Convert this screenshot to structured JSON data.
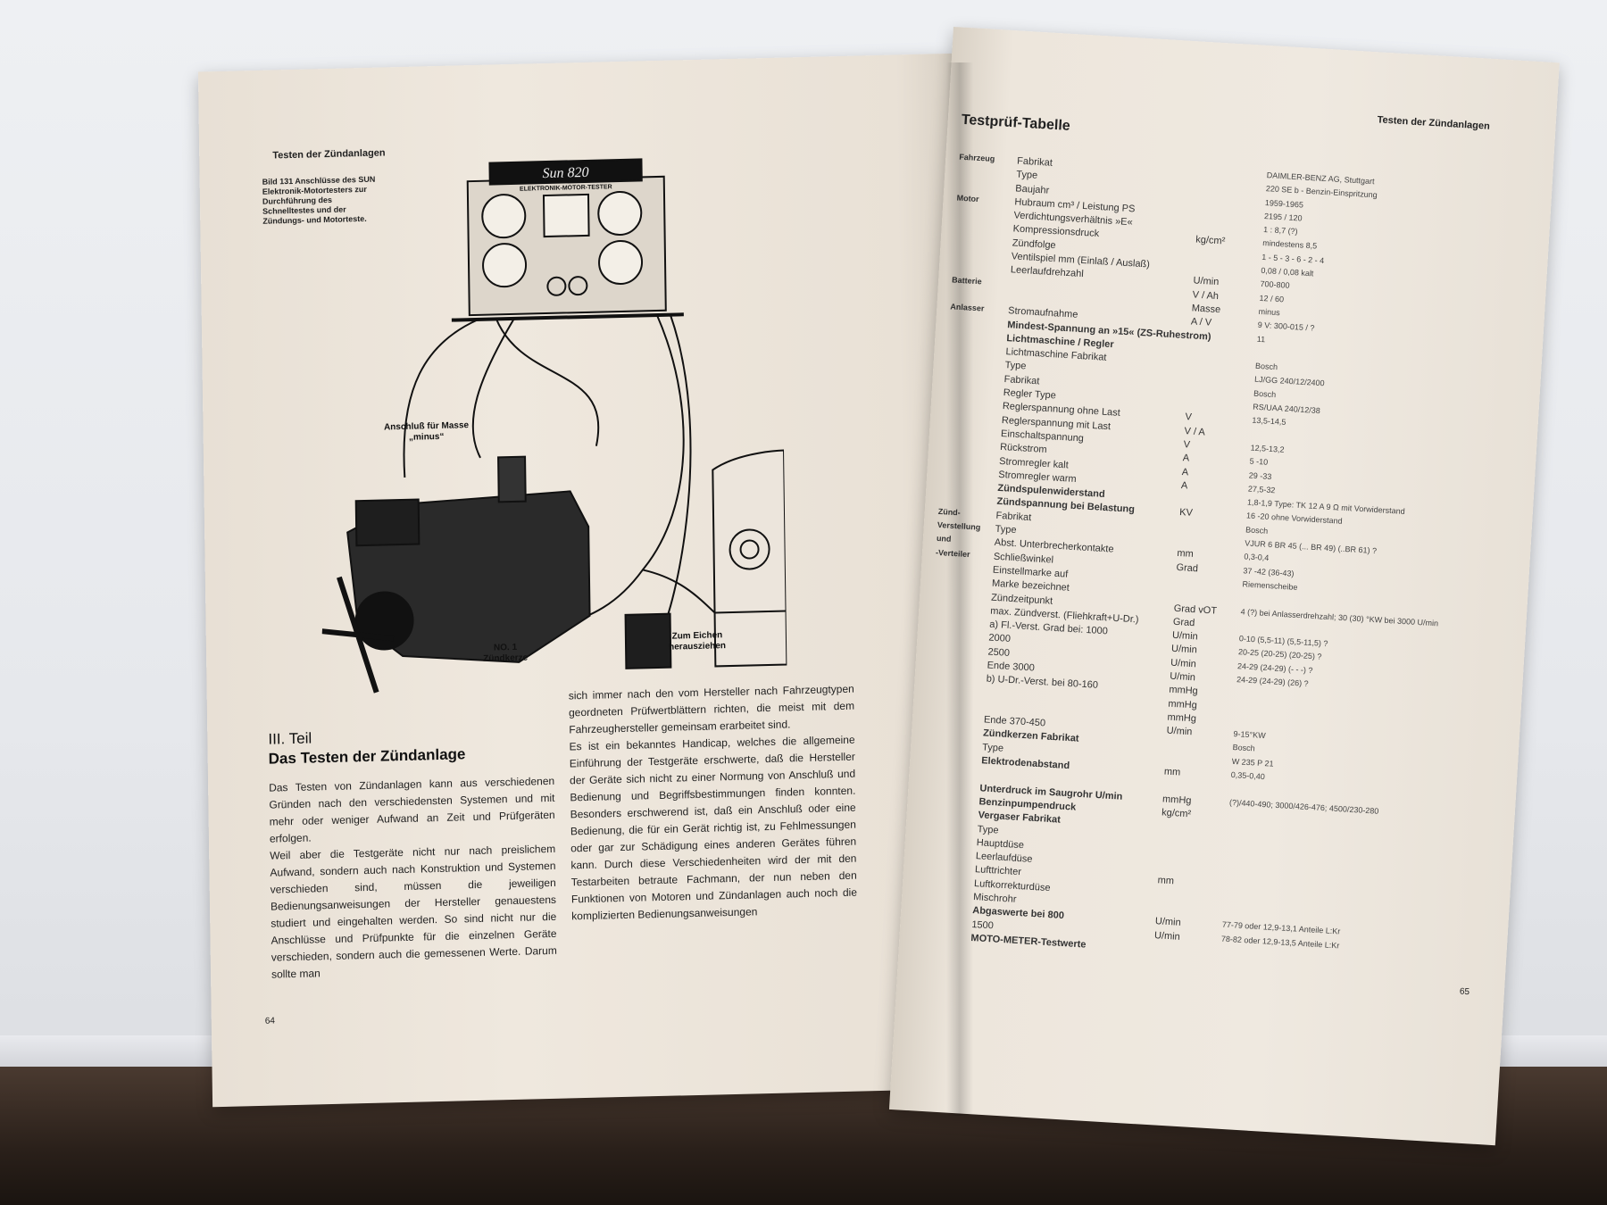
{
  "left_page": {
    "running_head": "Testen der Zündanlagen",
    "caption": "Bild 131 Anschlüsse des SUN Elektronik-Motortesters zur Durchführung des Schnelltestes und der Zündungs- und Motorteste.",
    "tester_brand": "Sun 820",
    "tester_label": "ELEKTRONIK-MOTOR-TESTER",
    "callouts": {
      "ground": "Anschluß für Masse „minus“",
      "spark_plug": "NO. 1 Zündkerze",
      "calibrate": "Zum Eichen herausziehen"
    },
    "part": "III. Teil",
    "heading": "Das Testen der Zündanlage",
    "col1": "Das Testen von Zündanlagen kann aus verschiedenen Gründen nach den verschiedensten Systemen und mit mehr oder weniger Aufwand an Zeit und Prüfgeräten erfolgen.",
    "col1b": "Weil aber die Testgeräte nicht nur nach preislichem Aufwand, sondern auch nach Konstruktion und Systemen verschieden sind, müssen die jeweiligen Bedienungsanweisungen der Hersteller genauestens studiert und eingehalten werden. So sind nicht nur die Anschlüsse und Prüfpunkte für die einzelnen Geräte verschieden, sondern auch die gemessenen Werte. Darum sollte man",
    "col2": "sich immer nach den vom Hersteller nach Fahrzeugtypen geordneten Prüfwertblättern richten, die meist mit dem Fahrzeughersteller gemeinsam erarbeitet sind.",
    "col2b": "Es ist ein bekanntes Handicap, welches die allgemeine Einführung der Testgeräte erschwerte, daß die Hersteller der Geräte sich nicht zu einer Normung von Anschluß und Bedienung und Begriffsbestimmungen finden konnten. Besonders erschwerend ist, daß ein Anschluß oder eine Bedienung, die für ein Gerät richtig ist, zu Fehlmessungen oder gar zur Schädigung eines anderen Gerätes führen kann. Durch diese Verschiedenheiten wird der mit den Testarbeiten betraute Fachmann, der nun neben den Funktionen von Motoren und Zündanlagen auch noch die komplizierten Bedienungsanweisungen",
    "page_number": "64"
  },
  "right_page": {
    "running_head": "Testen der Zündanlagen",
    "title": "Testprüf-Tabelle",
    "rows": [
      {
        "g": "Fahrzeug",
        "l": "Fabrikat",
        "u": "",
        "v": "DAIMLER-BENZ AG, Stuttgart"
      },
      {
        "g": "",
        "l": "Type",
        "u": "",
        "v": "220 SE b - Benzin-Einspritzung"
      },
      {
        "g": "",
        "l": "Baujahr",
        "u": "",
        "v": "1959-1965"
      },
      {
        "g": "Motor",
        "l": "Hubraum cm³ / Leistung PS",
        "u": "",
        "v": "2195 / 120"
      },
      {
        "g": "",
        "l": "Verdichtungsverhältnis »E«",
        "u": "",
        "v": "1 : 8,7 (?)"
      },
      {
        "g": "",
        "l": "Kompressionsdruck",
        "u": "kg/cm²",
        "v": "mindestens 8,5"
      },
      {
        "g": "",
        "l": "Zündfolge",
        "u": "",
        "v": "1 - 5 - 3 - 6 - 2 - 4"
      },
      {
        "g": "",
        "l": "Ventilspiel mm (Einlaß / Auslaß)",
        "u": "",
        "v": "0,08 / 0,08 kalt"
      },
      {
        "g": "",
        "l": "Leerlaufdrehzahl",
        "u": "U/min",
        "v": "700-800"
      },
      {
        "g": "Batterie",
        "l": "",
        "u": "V / Ah",
        "v": "12 / 60"
      },
      {
        "g": "",
        "l": "",
        "u": "Masse",
        "v": "minus"
      },
      {
        "g": "Anlasser",
        "l": "Stromaufnahme",
        "u": "A / V",
        "v": "9 V: 300-015 / ?"
      },
      {
        "g": "",
        "l": "Mindest-Spannung an »15« (ZS-Ruhestrom)",
        "u": "",
        "v": "11",
        "b": true
      },
      {
        "g": "",
        "l": "Lichtmaschine / Regler",
        "u": "",
        "v": "",
        "b": true
      },
      {
        "g": "",
        "l": "Lichtmaschine   Fabrikat",
        "u": "",
        "v": "Bosch"
      },
      {
        "g": "",
        "l": "                         Type",
        "u": "",
        "v": "LJ/GG 240/12/2400"
      },
      {
        "g": "",
        "l": "                         Fabrikat",
        "u": "",
        "v": "Bosch"
      },
      {
        "g": "",
        "l": "Regler               Type",
        "u": "",
        "v": "RS/UAA 240/12/38"
      },
      {
        "g": "",
        "l": "Reglerspannung ohne Last",
        "u": "V",
        "v": "13,5-14,5"
      },
      {
        "g": "",
        "l": "Reglerspannung mit Last",
        "u": "V / A",
        "v": ""
      },
      {
        "g": "",
        "l": "Einschaltspannung",
        "u": "V",
        "v": "12,5-13,2"
      },
      {
        "g": "",
        "l": "Rückstrom",
        "u": "A",
        "v": "5 -10"
      },
      {
        "g": "",
        "l": "Stromregler kalt",
        "u": "A",
        "v": "29 -33"
      },
      {
        "g": "",
        "l": "Stromregler warm",
        "u": "A",
        "v": "27,5-32"
      },
      {
        "g": "",
        "l": "Zündspulenwiderstand",
        "u": "",
        "v": "1,8-1,9 Type: TK 12 A 9 Ω mit Vorwiderstand",
        "b": true
      },
      {
        "g": "",
        "l": "Zündspannung bei Belastung",
        "u": "KV",
        "v": "16 -20 ohne Vorwiderstand",
        "b": true
      },
      {
        "g": "Zünd-",
        "l": "Fabrikat",
        "u": "",
        "v": "Bosch"
      },
      {
        "g": "Verstellung",
        "l": "Type",
        "u": "",
        "v": "VJUR 6 BR 45 (... BR 49) (..BR 61) ?"
      },
      {
        "g": "und",
        "l": "Abst. Unterbrecherkontakte",
        "u": "mm",
        "v": "0,3-0,4"
      },
      {
        "g": "-Verteiler",
        "l": "Schließwinkel",
        "u": "Grad",
        "v": "37 -42 (36-43)"
      },
      {
        "g": "",
        "l": "Einstellmarke auf",
        "u": "",
        "v": "Riemenscheibe"
      },
      {
        "g": "",
        "l": "Marke bezeichnet",
        "u": "",
        "v": ""
      },
      {
        "g": "",
        "l": "Zündzeitpunkt",
        "u": "Grad vOT",
        "v": "4 (?) bei Anlasserdrehzahl; 30 (30) °KW bei 3000 U/min"
      },
      {
        "g": "",
        "l": "max. Zündverst. (Fliehkraft+U-Dr.)",
        "u": "Grad",
        "v": ""
      },
      {
        "g": "",
        "l": "  a) Fl.-Verst. Grad bei:    1000",
        "u": "U/min",
        "v": "0-10  (5,5-11)  (5,5-11,5)  ?"
      },
      {
        "g": "",
        "l": "                                    2000",
        "u": "U/min",
        "v": "20-25  (20-25)  (20-25)  ?"
      },
      {
        "g": "",
        "l": "                                    2500",
        "u": "U/min",
        "v": "24-29  (24-29)  (- - -)  ?"
      },
      {
        "g": "",
        "l": "                            Ende  3000",
        "u": "U/min",
        "v": "24-29  (24-29)  (26)  ?"
      },
      {
        "g": "",
        "l": "  b) U-Dr.-Verst. bei    80-160",
        "u": "mmHg",
        "v": ""
      },
      {
        "g": "",
        "l": "",
        "u": "mmHg",
        "v": ""
      },
      {
        "g": "",
        "l": "",
        "u": "mmHg",
        "v": ""
      },
      {
        "g": "",
        "l": "                   Ende   370-450",
        "u": "U/min",
        "v": "9-15°KW"
      },
      {
        "g": "",
        "l": "Zündkerzen  Fabrikat",
        "u": "",
        "v": "Bosch",
        "b": true
      },
      {
        "g": "",
        "l": "                  Type",
        "u": "",
        "v": "W 235 P 21"
      },
      {
        "g": "",
        "l": "Elektrodenabstand",
        "u": "mm",
        "v": "0,35-0,40",
        "b": true
      },
      {
        "g": "",
        "l": "",
        "u": "",
        "v": ""
      },
      {
        "g": "",
        "l": "Unterdruck   im Saugrohr      U/min",
        "u": "mmHg",
        "v": "(?)/440-490;  3000/426-476;  4500/230-280",
        "b": true
      },
      {
        "g": "",
        "l": "Benzinpumpendruck",
        "u": "kg/cm²",
        "v": "",
        "b": true
      },
      {
        "g": "",
        "l": "Vergaser    Fabrikat",
        "u": "",
        "v": "",
        "b": true
      },
      {
        "g": "",
        "l": "               Type",
        "u": "",
        "v": ""
      },
      {
        "g": "",
        "l": "               Hauptdüse",
        "u": "",
        "v": ""
      },
      {
        "g": "",
        "l": "               Leerlaufdüse",
        "u": "",
        "v": ""
      },
      {
        "g": "",
        "l": "               Lufttrichter",
        "u": "mm",
        "v": ""
      },
      {
        "g": "",
        "l": "               Luftkorrekturdüse",
        "u": "",
        "v": ""
      },
      {
        "g": "",
        "l": "               Mischrohr",
        "u": "",
        "v": ""
      },
      {
        "g": "",
        "l": "Abgaswerte  bei                        800",
        "u": "U/min",
        "v": "77-79 oder 12,9-13,1 Anteile L:Kr",
        "b": true
      },
      {
        "g": "",
        "l": "                                               1500",
        "u": "U/min",
        "v": "78-82 oder 12,9-13,5 Anteile L:Kr"
      },
      {
        "g": "",
        "l": "MOTO-METER-Testwerte",
        "u": "",
        "v": "",
        "b": true
      }
    ],
    "page_number": "65"
  }
}
